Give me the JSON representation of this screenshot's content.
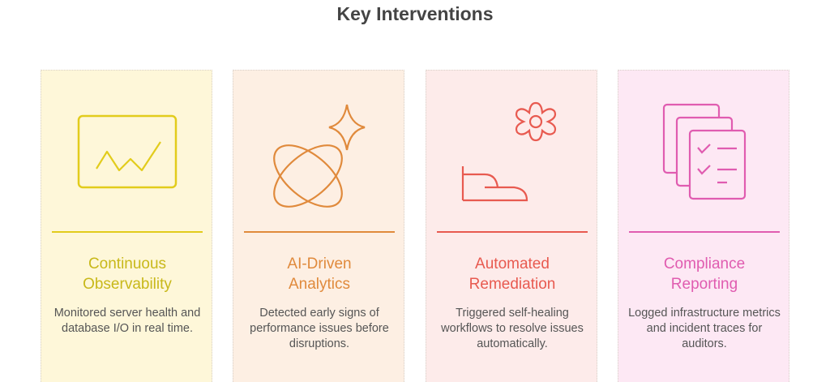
{
  "title": "Key Interventions",
  "cards": [
    {
      "title_line1": "Continuous",
      "title_line2": "Observability",
      "desc": "Monitored server health and database I/O in real time.",
      "color": "#e2cc1c",
      "text_color": "#c8b81a",
      "bg": "#fef7d9",
      "icon": "chart-monitor-icon"
    },
    {
      "title_line1": "AI-Driven",
      "title_line2": "Analytics",
      "desc": "Detected early signs of performance issues before disruptions.",
      "color": "#e08a3c",
      "text_color": "#e08a3c",
      "bg": "#fdefe3",
      "icon": "orbit-sparkle-icon"
    },
    {
      "title_line1": "Automated",
      "title_line2": "Remediation",
      "desc": "Triggered self-healing workflows to resolve issues automatically.",
      "color": "#e85a50",
      "text_color": "#e85a50",
      "bg": "#fdebea",
      "icon": "gear-hand-icon"
    },
    {
      "title_line1": "Compliance",
      "title_line2": "Reporting",
      "desc": "Logged infrastructure metrics and incident traces for auditors.",
      "color": "#e05cb0",
      "text_color": "#e05cb0",
      "bg": "#fde8f4",
      "icon": "checklist-documents-icon"
    }
  ]
}
